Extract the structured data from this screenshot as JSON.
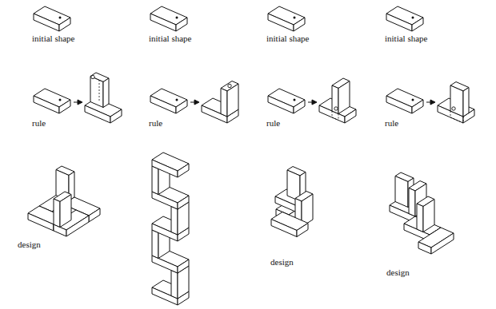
{
  "diagram": {
    "labels": [
      "initial shape",
      "initial shape",
      "initial shape",
      "initial shape",
      "rule",
      "rule",
      "rule",
      "rule",
      "design",
      "design",
      "design"
    ]
  }
}
